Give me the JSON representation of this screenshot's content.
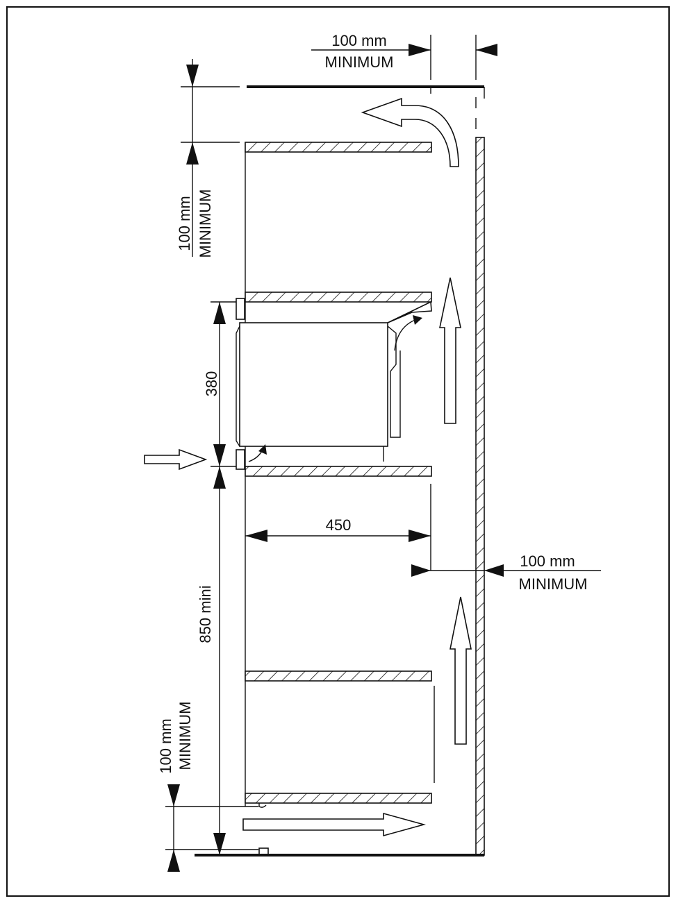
{
  "labels": {
    "top_clearance_value": "100 mm",
    "top_clearance_unit": "MINIMUM",
    "vertical_top_value": "100 mm",
    "vertical_top_unit": "MINIMUM",
    "appliance_height": "380",
    "depth": "450",
    "rear_gap_value": "100 mm",
    "rear_gap_unit": "MINIMUM",
    "floor_height": "850 mini",
    "bottom_gap_value": "100 mm",
    "bottom_gap_unit": "MINIMUM"
  },
  "colors": {
    "line": "#111111",
    "background": "#ffffff"
  }
}
